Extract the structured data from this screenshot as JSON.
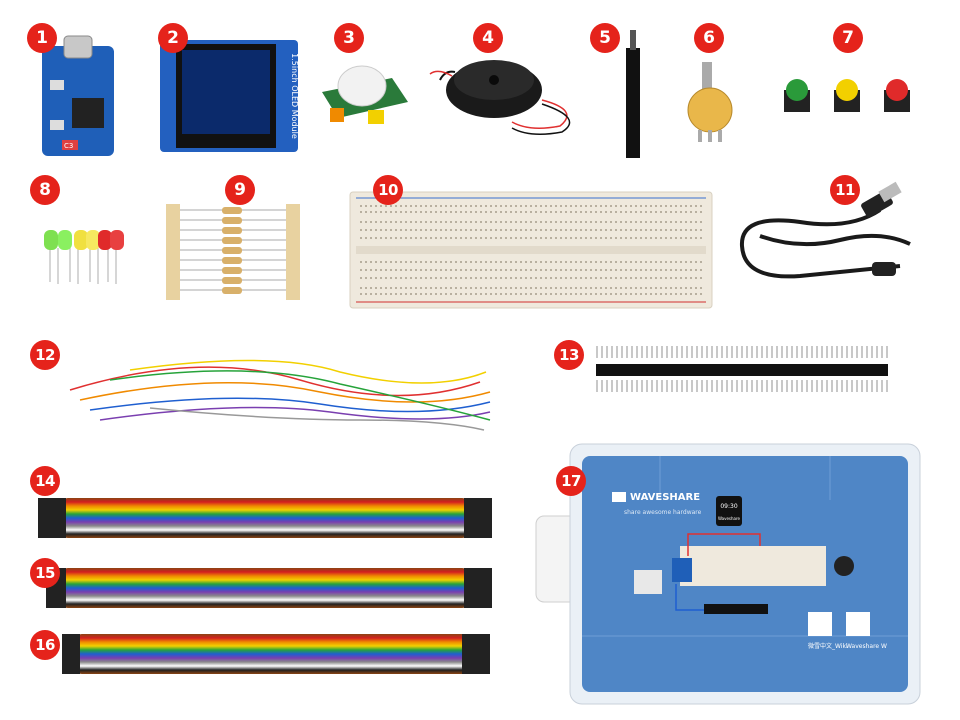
{
  "kit": {
    "badges": [
      "1",
      "2",
      "3",
      "4",
      "5",
      "6",
      "7",
      "8",
      "9",
      "10",
      "11",
      "12",
      "13",
      "14",
      "15",
      "16",
      "17"
    ],
    "oled_label": "1.5inch OLED Module",
    "board_label": "C3",
    "box": {
      "brand": "WAVESHARE",
      "tagline": "share awesome hardware",
      "display_time": "09:30",
      "display_sub": "Waveshare",
      "footer_left": "微雪中文_Wiki",
      "footer_right": "Waveshare W"
    },
    "colors": {
      "badge": "#e5231b",
      "pcb_blue": "#1f5fb8",
      "box_blue": "#4f86c6"
    }
  }
}
